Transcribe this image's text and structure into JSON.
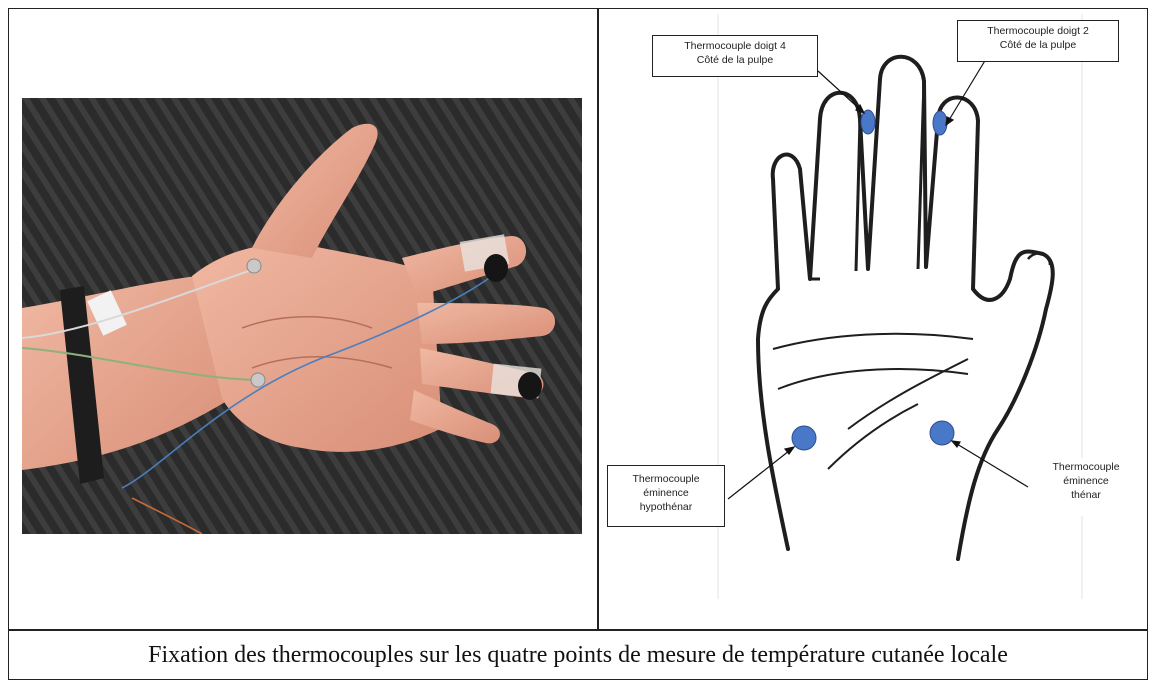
{
  "callouts": {
    "doigt4": {
      "line1": "Thermocouple doigt 4",
      "line2": "Côté de la pulpe"
    },
    "doigt2": {
      "line1": "Thermocouple doigt 2",
      "line2": "Côté de la pulpe"
    },
    "hypothenar": {
      "line1": "Thermocouple",
      "line2": "éminence",
      "line3": "hypothénar"
    },
    "thenar": {
      "line1": "Thermocouple",
      "line2": "éminence",
      "line3": "thénar"
    }
  },
  "caption": "Fixation des thermocouples sur les quatre points de mesure de température cutanée locale",
  "colors": {
    "sensor_dot": "#4a78c8",
    "photo_background": "#2e2e2e",
    "skin": "#e9a58f"
  }
}
